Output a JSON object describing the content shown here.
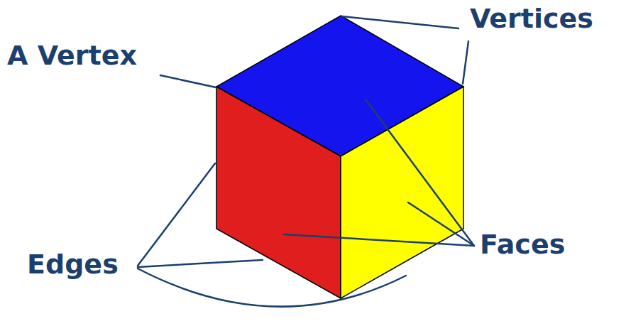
{
  "diagram": {
    "labels": [
      "A Vertex",
      "Vertices",
      "Edges",
      "Faces"
    ]
  }
}
